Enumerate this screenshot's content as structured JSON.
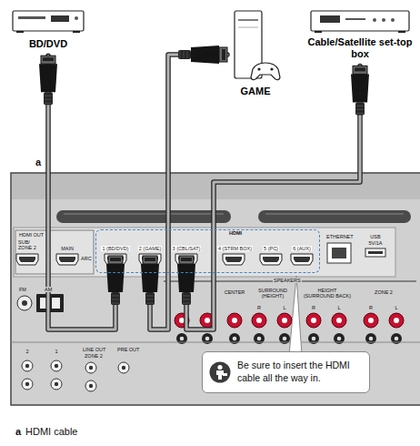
{
  "diagram": {
    "nodes": [
      {
        "text": [
          "BD/DVD"
        ]
      },
      {
        "text": [
          "GAME"
        ]
      },
      {
        "text": [
          "Cable/Satellite set-top box"
        ]
      },
      {
        "text": [
          "HDMI"
        ]
      },
      {
        "text": [
          "1 (BD/DVD)"
        ],
        "in": 3
      },
      {
        "text": [
          "2 (GAME)"
        ],
        "in": 3
      },
      {
        "text": [
          "3 (CBL/SAT)"
        ],
        "in": 3
      },
      {
        "text": [
          "4 (STRM BOX)"
        ],
        "in": 3
      },
      {
        "text": [
          "5 (PC)"
        ],
        "in": 3
      },
      {
        "text": [
          "6 (AUX)"
        ],
        "in": 3
      },
      {
        "text": [
          "Be sure to insert the HDMI cable all the way in."
        ]
      }
    ],
    "edges": [
      {
        "from": 0,
        "to": 4,
        "arrow": "none"
      },
      {
        "from": 1,
        "to": 5,
        "arrow": "none"
      },
      {
        "from": 2,
        "to": 6,
        "arrow": "none"
      }
    ],
    "labels": [
      "a",
      "HDMI OUT",
      "SUB/ ZONE 2",
      "MAIN",
      "ARC",
      "ETHERNET",
      "USB",
      "5V/1A",
      "FM",
      "AM",
      "SPEAKERS",
      "CENTER",
      "SURROUND (HEIGHT)",
      "HEIGHT (SURROUND BACK)",
      "ZONE 2",
      "R",
      "L",
      "R",
      "L",
      "R",
      "L",
      "2",
      "1",
      "LINE OUT",
      "ZONE 2",
      "PRE OUT",
      "a",
      "HDMI cable"
    ]
  }
}
